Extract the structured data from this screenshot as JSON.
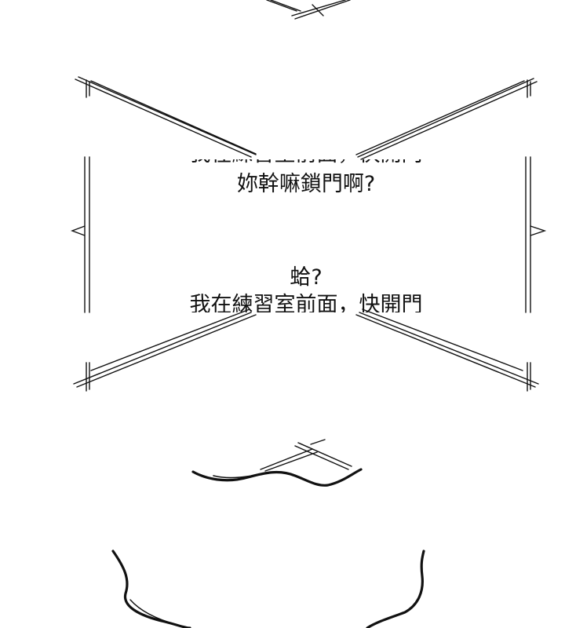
{
  "panel": {
    "line_cut_top": "我在練習室前面，快開門",
    "line_question": "妳幹嘛鎖門啊?",
    "line_huh": "蛤?",
    "line_cut_bottom": "我在練習室前面，快開門"
  },
  "colors": {
    "ink": "#111111",
    "paper": "#ffffff"
  }
}
